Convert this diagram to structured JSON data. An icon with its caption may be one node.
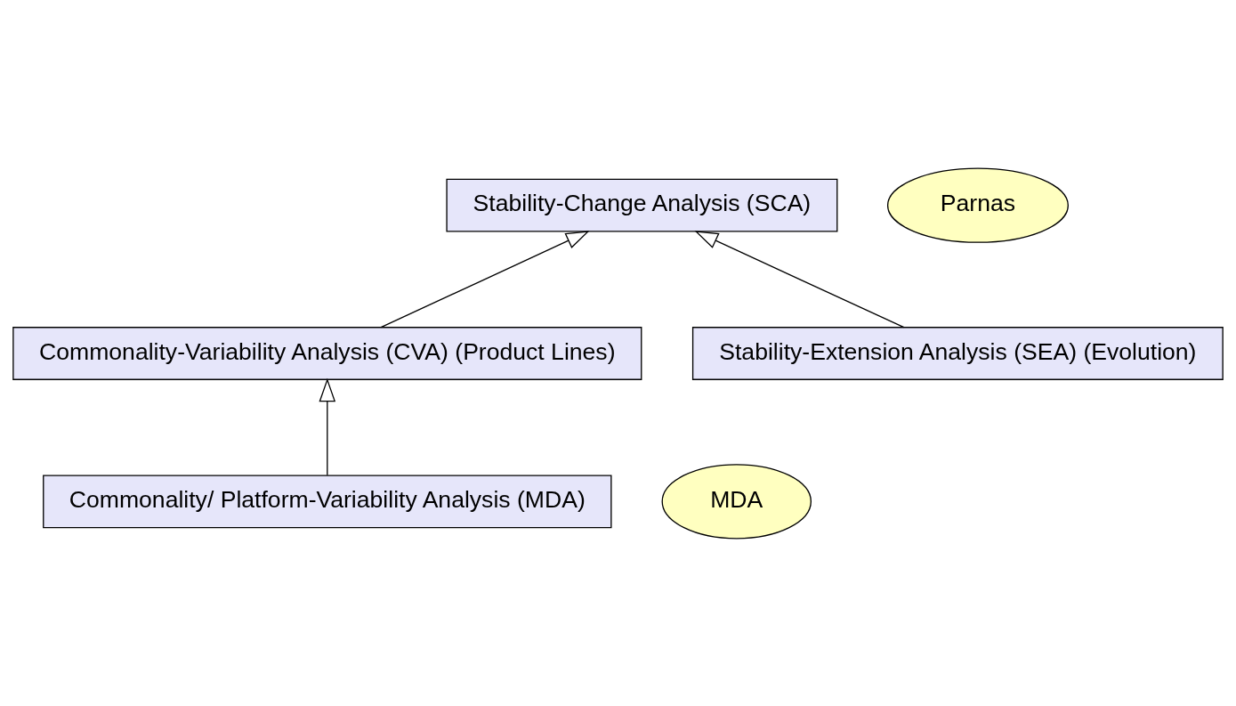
{
  "diagram": {
    "nodes": [
      {
        "text": [
          "Stability-Change Analysis (SCA)"
        ]
      },
      {
        "text": [
          "Parnas"
        ]
      },
      {
        "text": [
          "Commonality-Variability Analysis (CVA) (Product Lines)"
        ]
      },
      {
        "text": [
          "Stability-Extension Analysis (SEA) (Evolution)"
        ]
      },
      {
        "text": [
          "Commonality/ Platform-Variability Analysis (MDA)"
        ]
      },
      {
        "text": [
          "MDA"
        ]
      }
    ],
    "edges": [
      {
        "from": 2,
        "to": 0,
        "arrow": "to"
      },
      {
        "from": 3,
        "to": 0,
        "arrow": "to"
      },
      {
        "from": 4,
        "to": 2,
        "arrow": "to"
      }
    ]
  }
}
